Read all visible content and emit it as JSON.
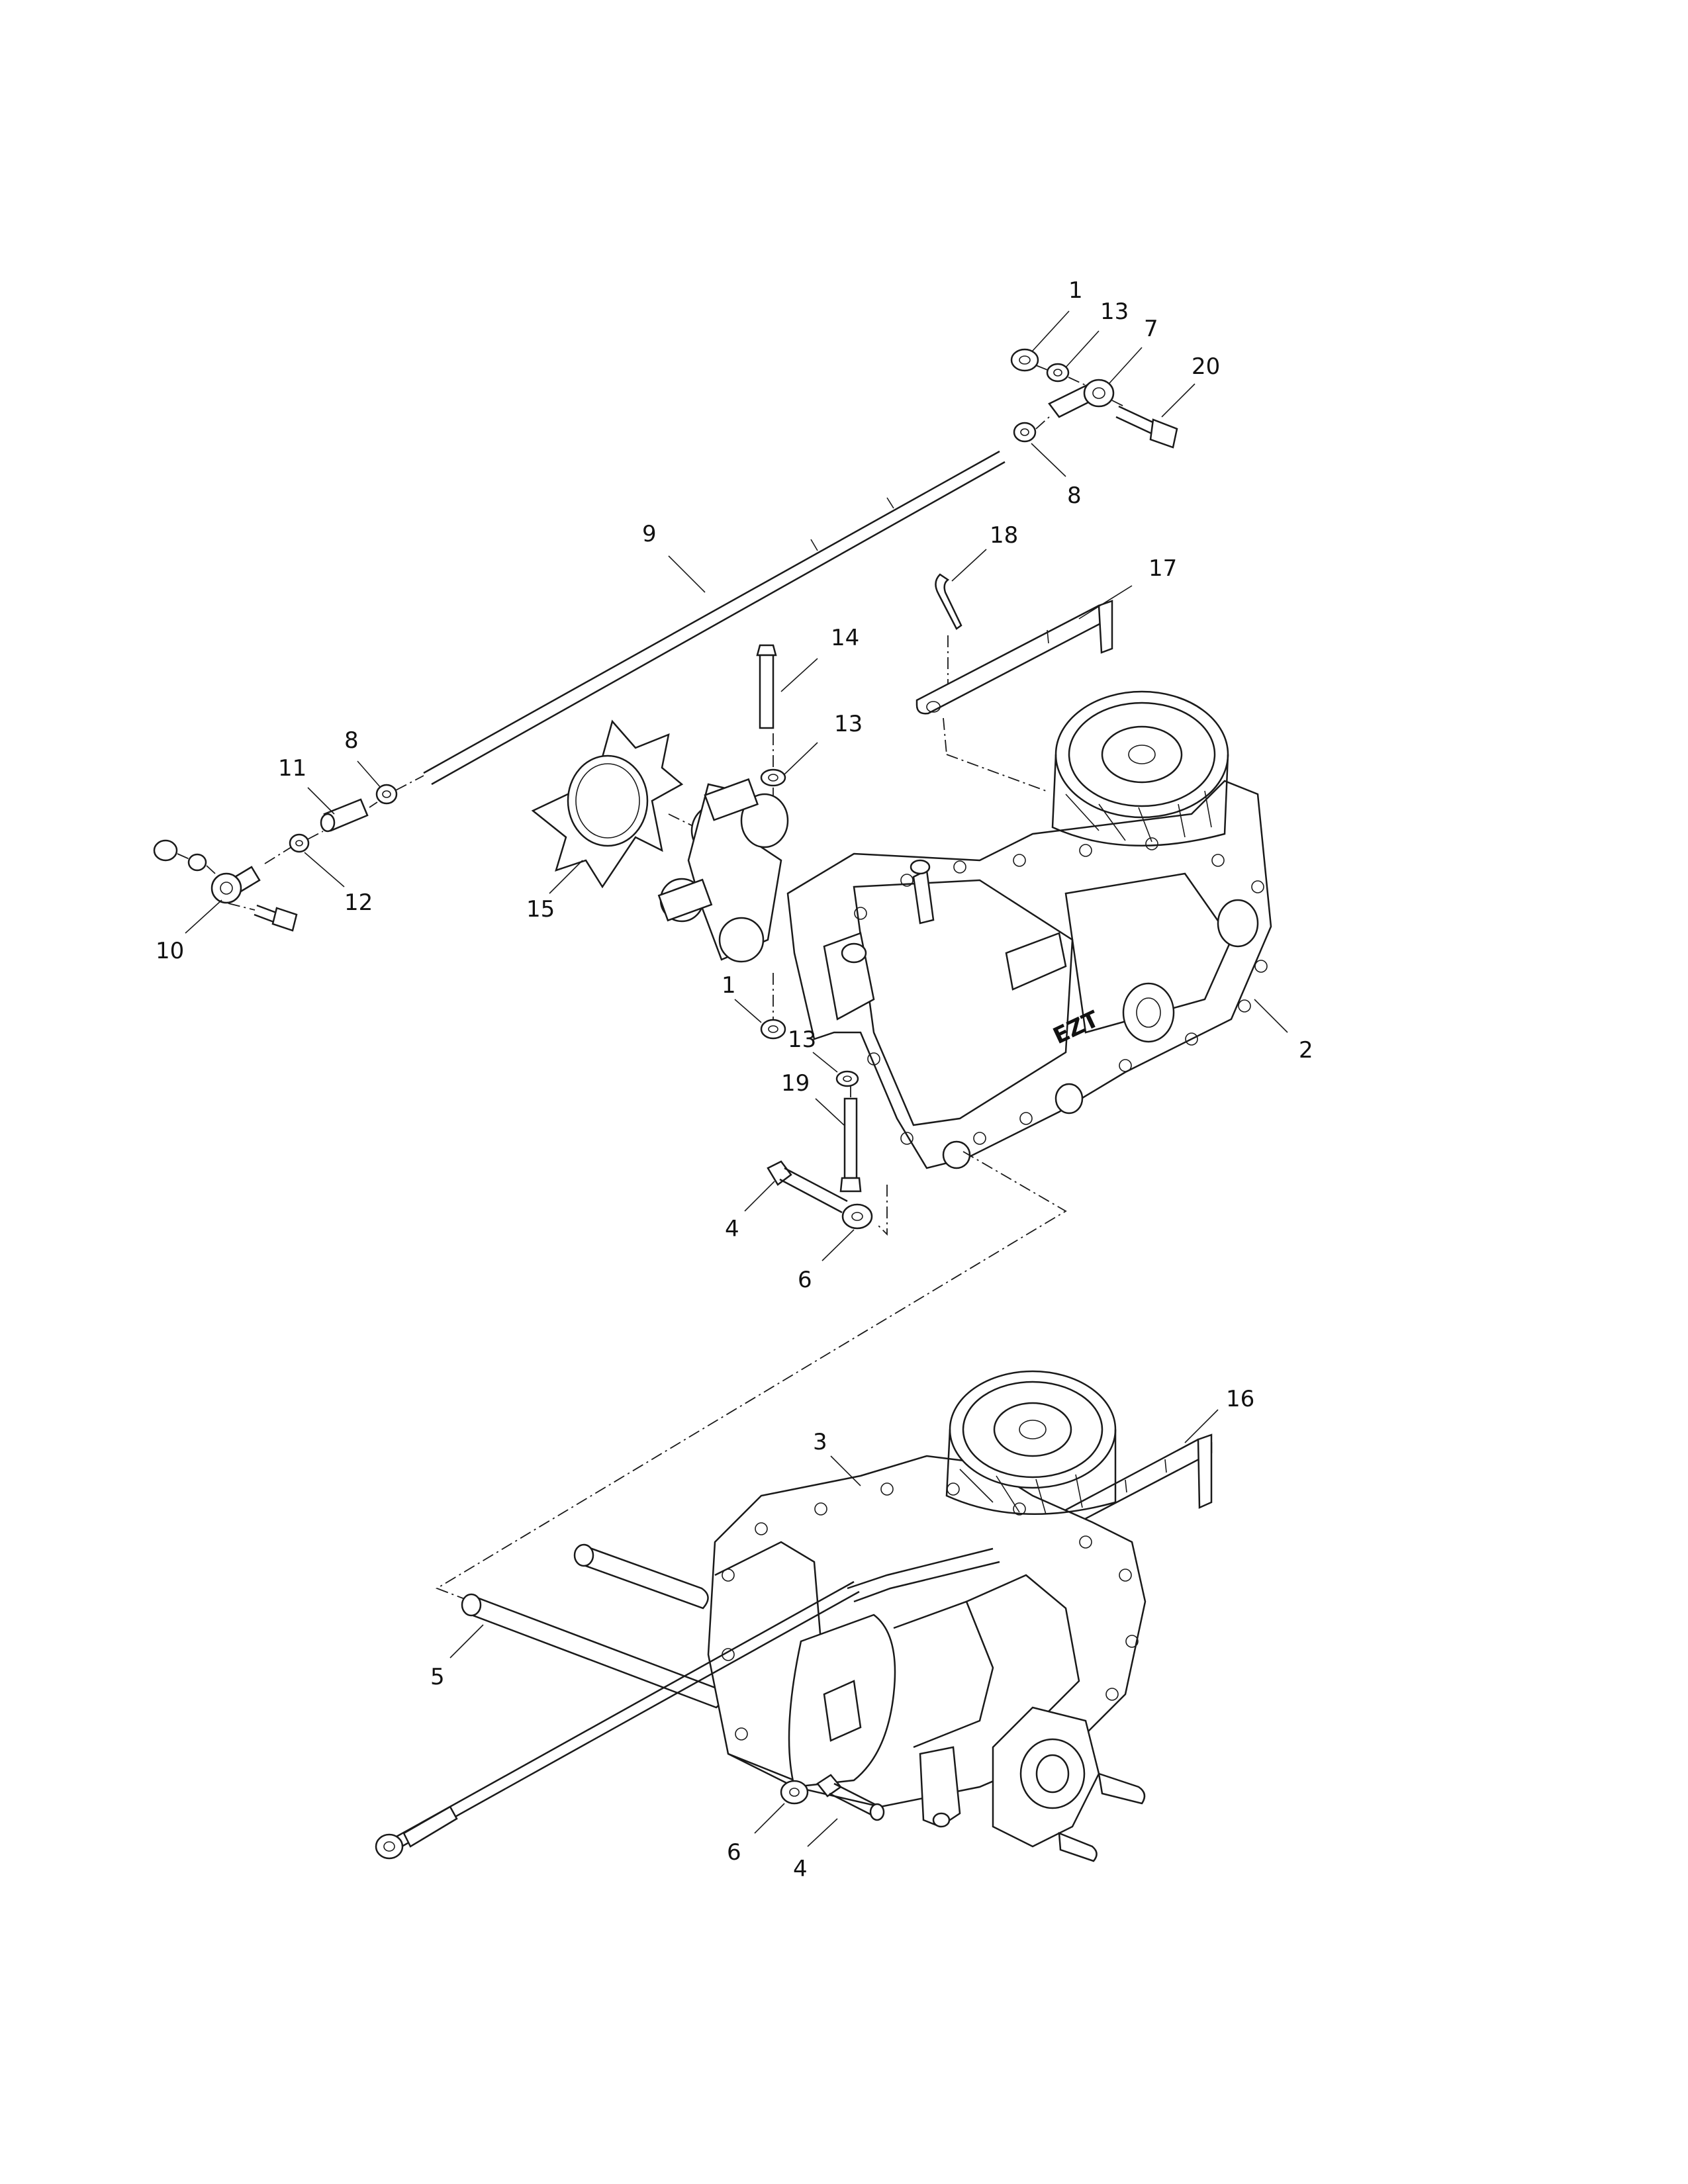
{
  "callouts": [
    {
      "id": "c1a",
      "label": "1"
    },
    {
      "id": "c13a",
      "label": "13"
    },
    {
      "id": "c7",
      "label": "7"
    },
    {
      "id": "c20",
      "label": "20"
    },
    {
      "id": "c8a",
      "label": "8"
    },
    {
      "id": "c9",
      "label": "9"
    },
    {
      "id": "c18",
      "label": "18"
    },
    {
      "id": "c17",
      "label": "17"
    },
    {
      "id": "c14",
      "label": "14"
    },
    {
      "id": "c13b",
      "label": "13"
    },
    {
      "id": "c8b",
      "label": "8"
    },
    {
      "id": "c11",
      "label": "11"
    },
    {
      "id": "c12",
      "label": "12"
    },
    {
      "id": "c10",
      "label": "10"
    },
    {
      "id": "c15",
      "label": "15"
    },
    {
      "id": "c1b",
      "label": "1"
    },
    {
      "id": "c13c",
      "label": "13"
    },
    {
      "id": "c19",
      "label": "19"
    },
    {
      "id": "c2",
      "label": "2"
    },
    {
      "id": "c4a",
      "label": "4"
    },
    {
      "id": "c6a",
      "label": "6"
    },
    {
      "id": "c3",
      "label": "3"
    },
    {
      "id": "c16",
      "label": "16"
    },
    {
      "id": "c5",
      "label": "5"
    },
    {
      "id": "c6b",
      "label": "6"
    },
    {
      "id": "c4b",
      "label": "4"
    }
  ],
  "housing_marking": "EZT"
}
